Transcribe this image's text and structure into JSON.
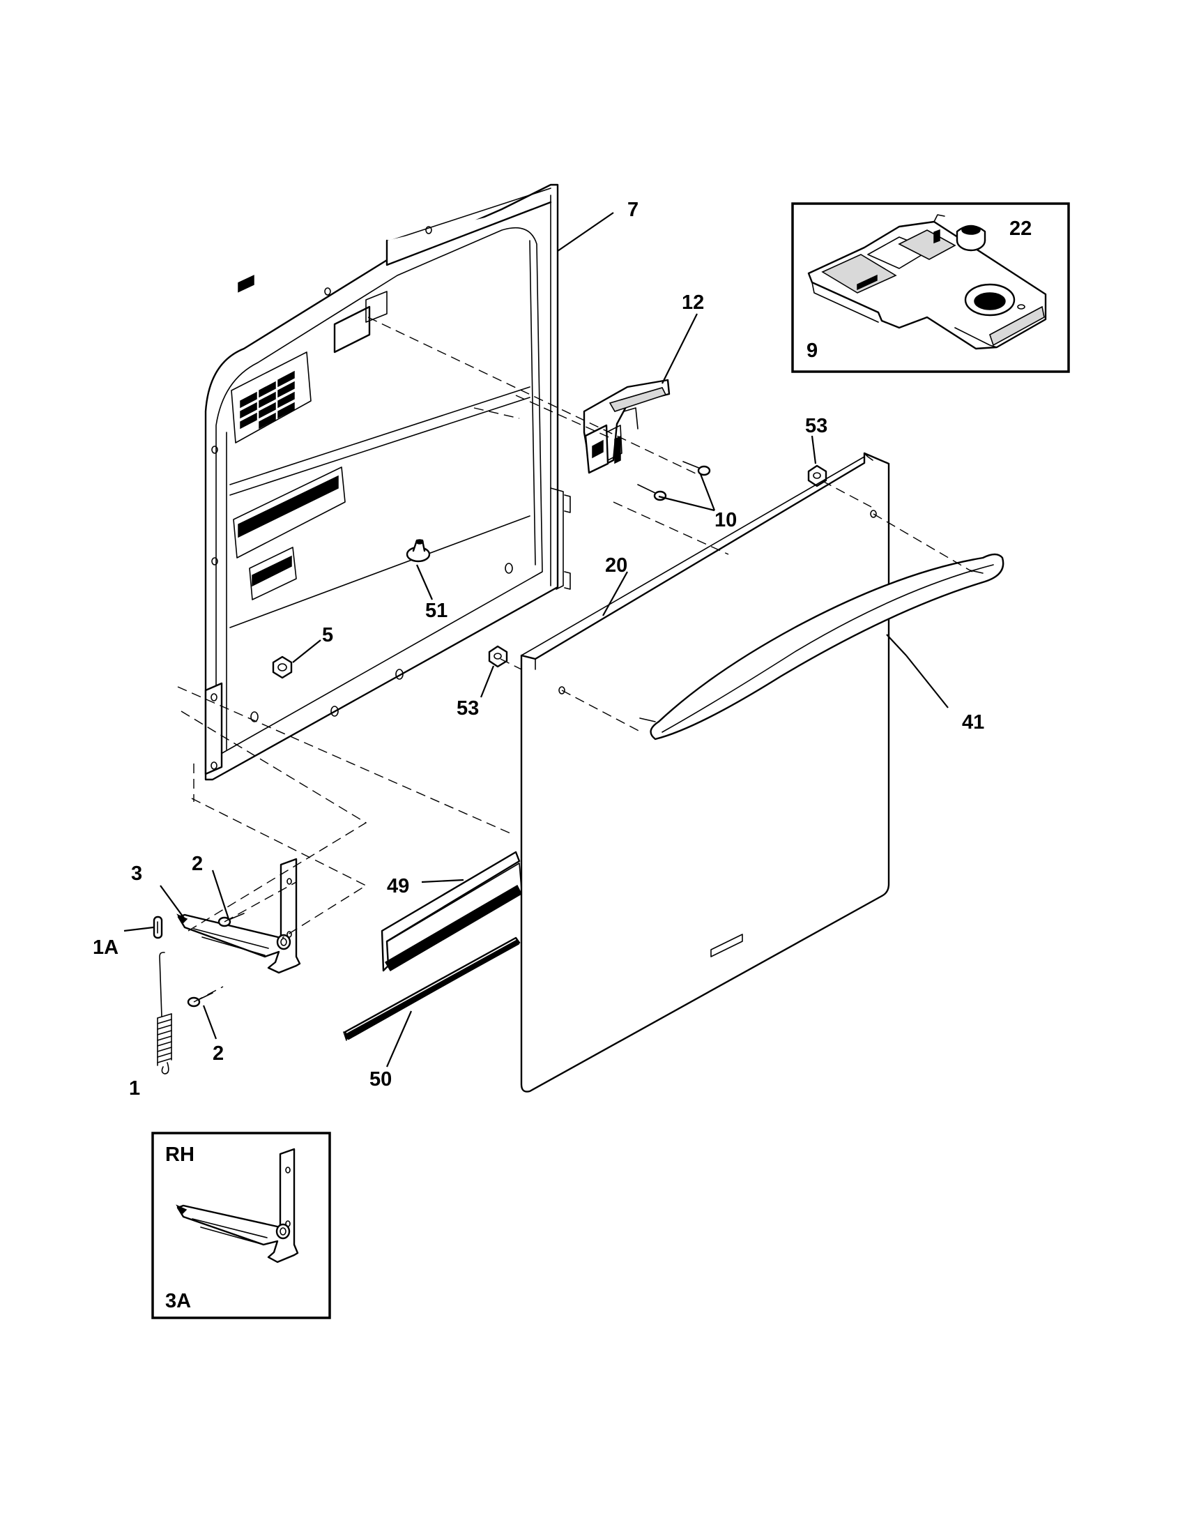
{
  "diagram": {
    "callouts": {
      "c1": "1",
      "c1A": "1A",
      "c2a": "2",
      "c2b": "2",
      "c3": "3",
      "c3A": "3A",
      "c5": "5",
      "c7": "7",
      "c9": "9",
      "c10": "10",
      "c12": "12",
      "c20": "20",
      "c22": "22",
      "c41": "41",
      "c49": "49",
      "c50": "50",
      "c51": "51",
      "c53a": "53",
      "c53b": "53",
      "cRH": "RH"
    }
  }
}
